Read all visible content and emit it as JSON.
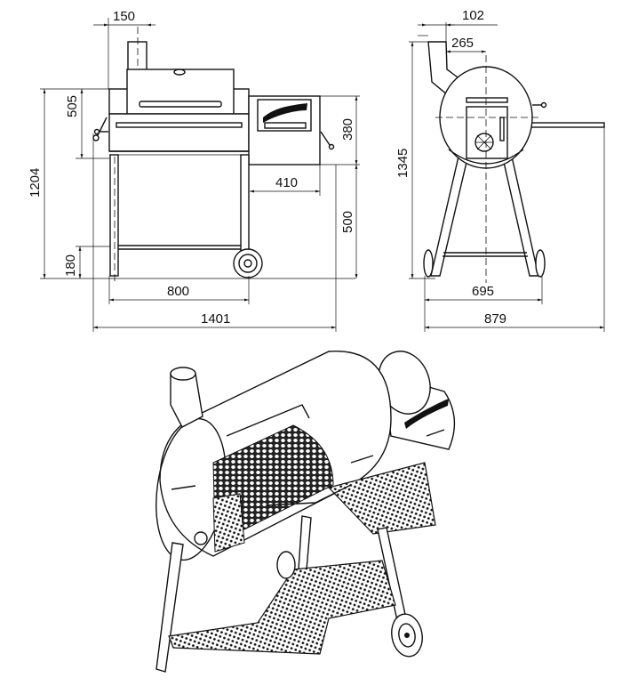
{
  "front_view": {
    "dims": {
      "chimney_width": "150",
      "chamber_height": "505",
      "total_height": "1204",
      "firebox_height": "380",
      "firebox_width": "410",
      "firebox_bottom_height": "500",
      "bottom_shelf_height": "180",
      "cart_width": "800",
      "total_width": "1401"
    }
  },
  "side_view": {
    "dims": {
      "chimney_offset": "102",
      "chimney_center_offset": "265",
      "total_height": "1345",
      "leg_span": "695",
      "total_depth": "879"
    }
  },
  "colors": {
    "line": "#111111",
    "background": "#ffffff"
  }
}
